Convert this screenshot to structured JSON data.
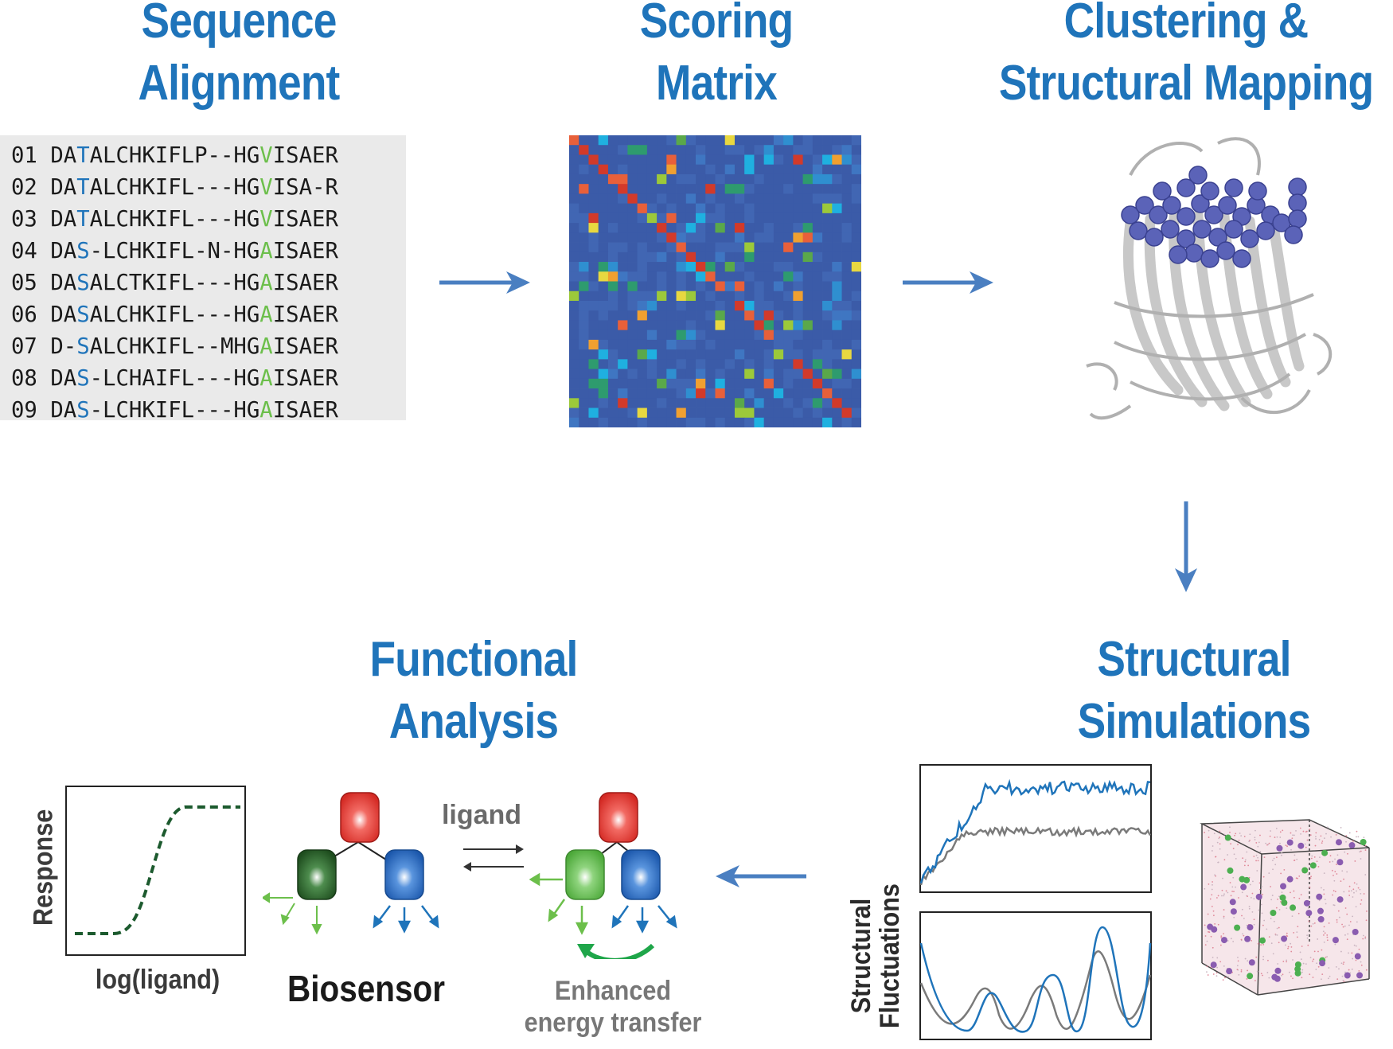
{
  "titles": {
    "sequence_alignment": [
      "Sequence",
      "Alignment"
    ],
    "scoring_matrix": [
      "Scoring",
      "Matrix"
    ],
    "clustering": [
      "Clustering &",
      "Structural Mapping"
    ],
    "structural_simulations": [
      "Structural",
      "Simulations"
    ],
    "functional_analysis": [
      "Functional",
      "Analysis"
    ]
  },
  "alignment": {
    "rows": [
      {
        "id": "01",
        "pre": "DA",
        "blue": "T",
        "mid": "ALCHKIFLP--HG",
        "green": "V",
        "post": "ISAER"
      },
      {
        "id": "02",
        "pre": "DA",
        "blue": "T",
        "mid": "ALCHKIFL---HG",
        "green": "V",
        "post": "ISA-R"
      },
      {
        "id": "03",
        "pre": "DA",
        "blue": "T",
        "mid": "ALCHKIFL---HG",
        "green": "V",
        "post": "ISAER"
      },
      {
        "id": "04",
        "pre": "DA",
        "blue": "S",
        "mid": "-LCHKIFL-N-HG",
        "green": "A",
        "post": "ISAER"
      },
      {
        "id": "05",
        "pre": "DA",
        "blue": "S",
        "mid": "ALCTKIFL---HG",
        "green": "A",
        "post": "ISAER"
      },
      {
        "id": "06",
        "pre": "DA",
        "blue": "S",
        "mid": "ALCHKIFL---HG",
        "green": "A",
        "post": "ISAER"
      },
      {
        "id": "07",
        "pre": "D-",
        "blue": "S",
        "mid": "ALCHKIFL--MHG",
        "green": "A",
        "post": "ISAER"
      },
      {
        "id": "08",
        "pre": "DA",
        "blue": "S",
        "mid": "-LCHAIFL---HG",
        "green": "A",
        "post": "ISAER"
      },
      {
        "id": "09",
        "pre": "DA",
        "blue": "S",
        "mid": "-LCHKIFL---HG",
        "green": "A",
        "post": "ISAER"
      }
    ]
  },
  "functional": {
    "response_label": "Response",
    "xaxis_label": "log(ligand)",
    "biosensor_label": "Biosensor",
    "ligand_label": "ligand",
    "enhanced_label": [
      "Enhanced",
      "energy transfer"
    ]
  },
  "simulations": {
    "yaxis_label": [
      "Structural",
      "Fluctuations"
    ]
  },
  "colors": {
    "title_blue": "#1f74ba",
    "arrow_blue": "#4a7fc1",
    "highlight_green": "#6cbf4b",
    "domain_red": "#e8302b",
    "domain_dark_green": "#2e6b2e",
    "domain_green": "#5fbf4a",
    "domain_blue": "#2e6fc0",
    "curve_dark_green": "#1c5a2e"
  },
  "icons": [
    "protein-structure",
    "simulation-box",
    "heatmap"
  ]
}
